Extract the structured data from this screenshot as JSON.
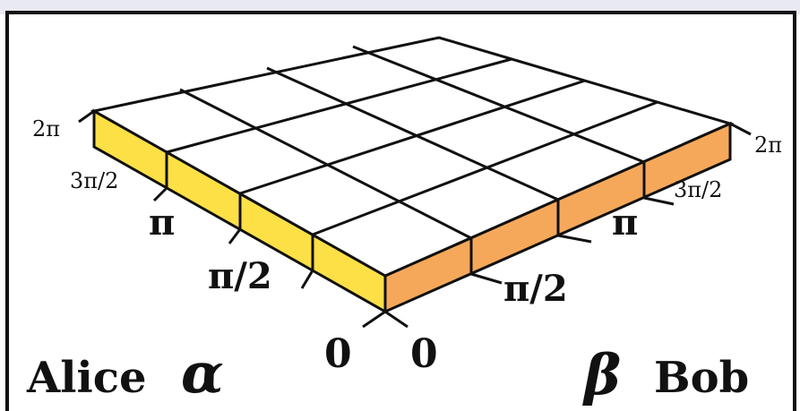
{
  "players": {
    "left": {
      "name": "Alice",
      "symbol": "α"
    },
    "right": {
      "symbol": "β",
      "name": "Bob"
    }
  },
  "axes": {
    "left_ticks": [
      "0",
      "π/2",
      "π",
      "3π/2",
      "2π"
    ],
    "right_ticks": [
      "0",
      "π/2",
      "π",
      "3π/2",
      "2π"
    ]
  },
  "colors": {
    "left_face": "#fde046",
    "right_face": "#f6a85a",
    "top_face": "#ffffff",
    "grid_line": "#111111"
  },
  "grid": {
    "rows": 4,
    "cols": 4
  }
}
